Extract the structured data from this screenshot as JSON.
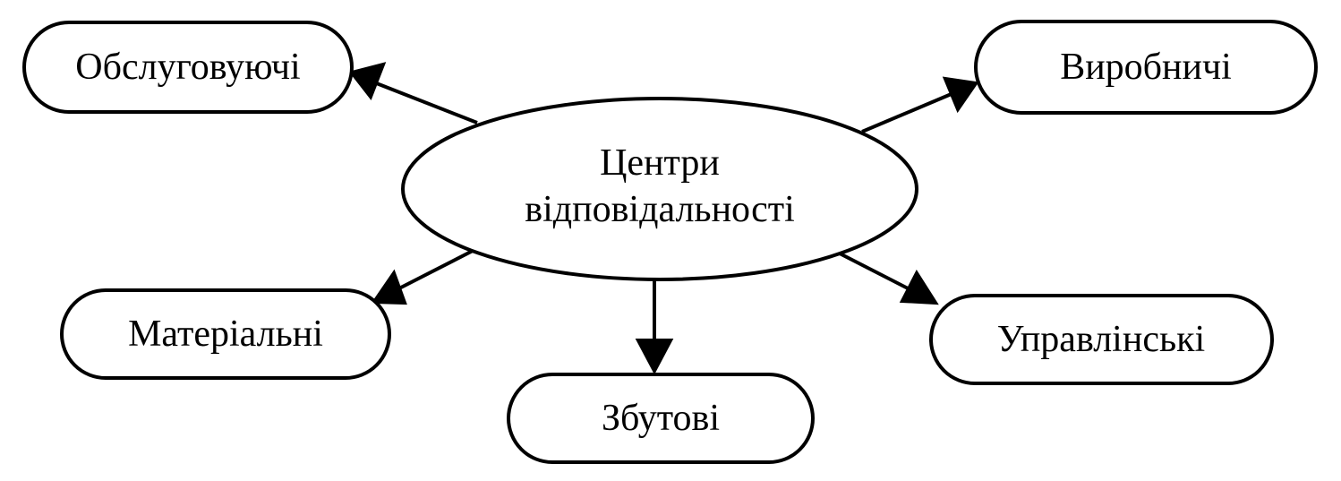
{
  "diagram": {
    "center": {
      "line1": "Центри",
      "line2": "відповідальності"
    },
    "nodes": {
      "obsluhovuiuchi": "Обслуговуючі",
      "vyrobnychi": "Виробничі",
      "materialni": "Матеріальні",
      "zbutovi": "Збутові",
      "upravlinski": "Управлінські"
    },
    "colors": {
      "stroke": "#000000",
      "background": "#ffffff"
    }
  }
}
